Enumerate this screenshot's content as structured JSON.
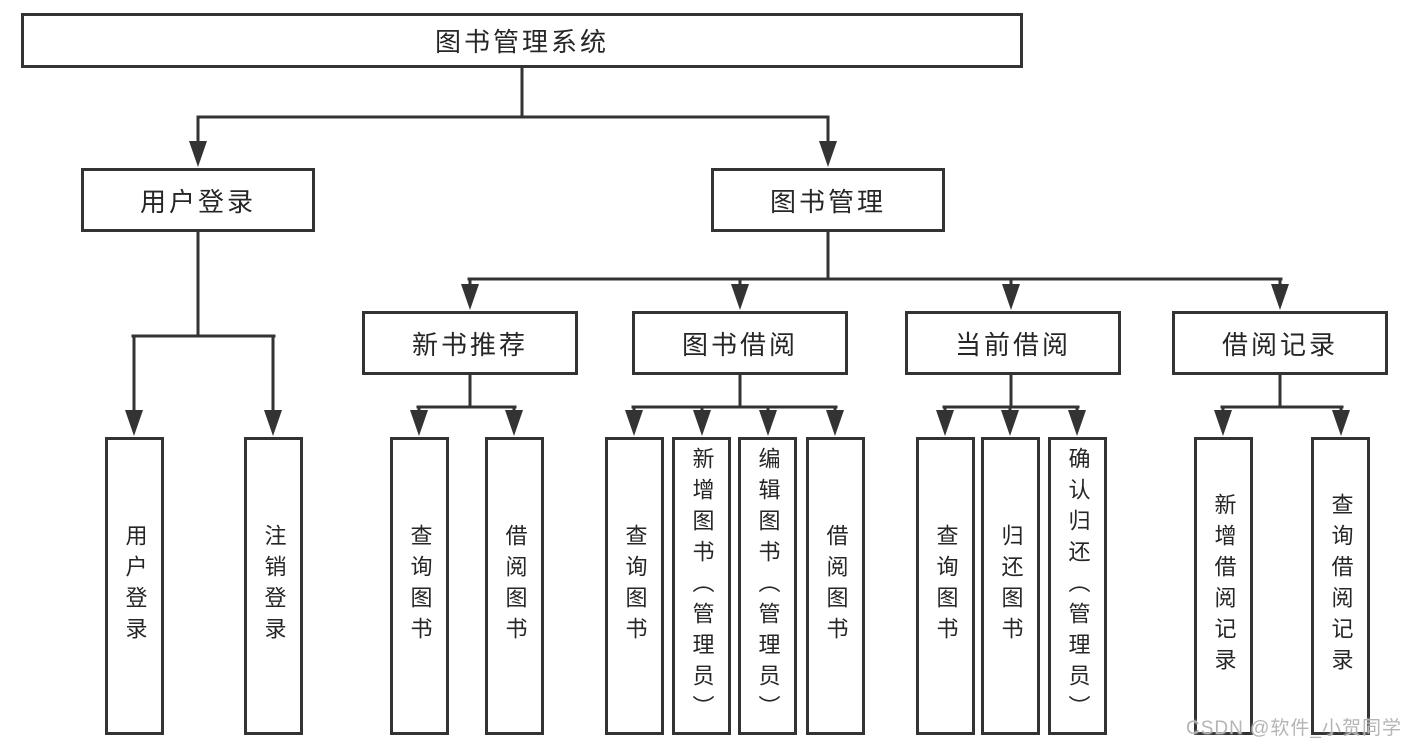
{
  "title": "图书管理系统",
  "tree": {
    "root": "图书管理系统",
    "branches": [
      {
        "label": "用户登录",
        "children": [
          {
            "label": "用户登录"
          },
          {
            "label": "注销登录"
          }
        ]
      },
      {
        "label": "图书管理",
        "children": [
          {
            "label": "新书推荐",
            "children": [
              {
                "label": "查询图书"
              },
              {
                "label": "借阅图书"
              }
            ]
          },
          {
            "label": "图书借阅",
            "children": [
              {
                "label": "查询图书"
              },
              {
                "label": "新增图书（管理员）"
              },
              {
                "label": "编辑图书（管理员）"
              },
              {
                "label": "借阅图书"
              }
            ]
          },
          {
            "label": "当前借阅",
            "children": [
              {
                "label": "查询图书"
              },
              {
                "label": "归还图书"
              },
              {
                "label": "确认归还（管理员）"
              }
            ]
          },
          {
            "label": "借阅记录",
            "children": [
              {
                "label": "新增借阅记录"
              },
              {
                "label": "查询借阅记录"
              }
            ]
          }
        ]
      }
    ]
  },
  "watermark": "CSDN @软件_小贺同学",
  "colors": {
    "line": "#333333",
    "text": "#262626",
    "box_bg": "#ffffff",
    "watermark": "#b5b5b5",
    "background": "#ffffff"
  }
}
